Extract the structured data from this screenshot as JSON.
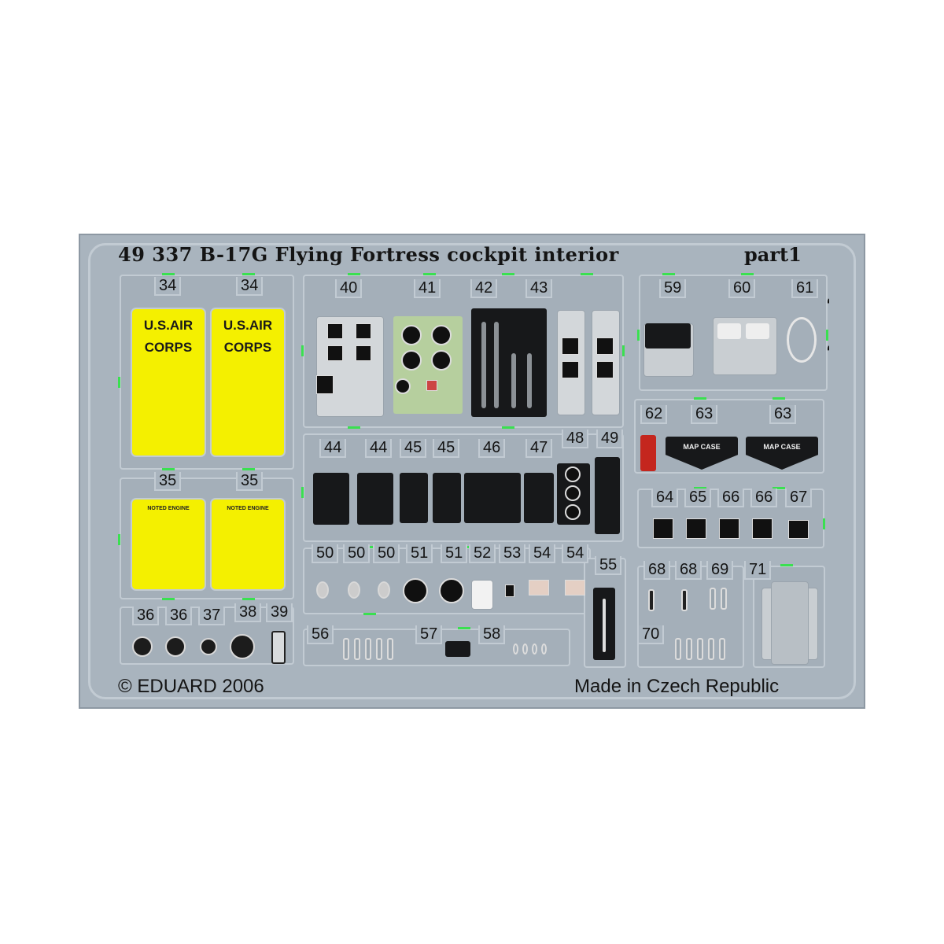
{
  "header": {
    "title": "49 337  B-17G Flying Fortress cockpit interior",
    "part_label": "part1",
    "brand": "eduard"
  },
  "footer": {
    "copyright": "© EDUARD 2006",
    "origin": "Made in Czech Republic"
  },
  "panel_text": {
    "placard_line1": "U.S.AIR",
    "placard_line2": "CORPS",
    "map_case": "MAP CASE",
    "small_placard": "NOTED ENGINE"
  },
  "colors": {
    "fret_steel": "#a9b4be",
    "placard_yellow": "#f4f000",
    "attachment_green": "#3ae050",
    "instrument_black": "#17181a"
  },
  "part_labels": [
    "34",
    "34",
    "35",
    "35",
    "36",
    "36",
    "37",
    "38",
    "39",
    "40",
    "41",
    "42",
    "43",
    "44",
    "44",
    "45",
    "45",
    "46",
    "47",
    "48",
    "49",
    "50",
    "50",
    "50",
    "51",
    "51",
    "52",
    "53",
    "54",
    "54",
    "55",
    "56",
    "57",
    "58",
    "59",
    "60",
    "61",
    "62",
    "63",
    "63",
    "64",
    "65",
    "66",
    "66",
    "67",
    "68",
    "68",
    "69",
    "70",
    "71"
  ]
}
